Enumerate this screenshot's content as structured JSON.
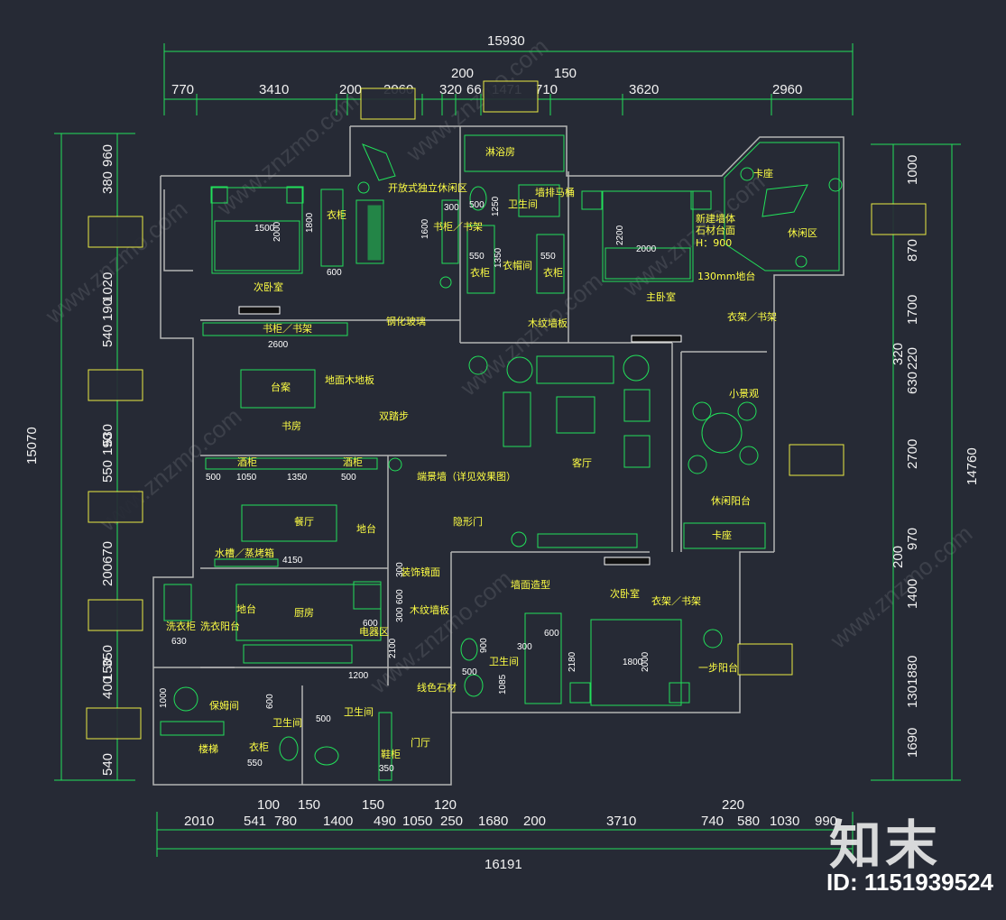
{
  "dimensions": {
    "top_total": "15930",
    "top_segments": [
      "770",
      "3410",
      "200",
      "2060",
      "320",
      "66",
      "1471",
      "710",
      "3620",
      "2960"
    ],
    "top_extra": [
      "200",
      "150"
    ],
    "bottom_total": "16191",
    "bottom_segments": [
      "2010",
      "541",
      "780",
      "1400",
      "490",
      "1050",
      "250",
      "1680",
      "200",
      "3710",
      "740",
      "580",
      "1030",
      "990"
    ],
    "bottom_extra": [
      "100",
      "150",
      "150",
      "120",
      "220"
    ],
    "left_total": "15070",
    "left_segments": [
      "380",
      "960",
      "1020",
      "190",
      "540",
      "190",
      "530",
      "550",
      "670",
      "200",
      "350",
      "150",
      "400",
      "540"
    ],
    "right_total": "14760",
    "right_segments": [
      "1000",
      "870",
      "1700",
      "320",
      "220",
      "630",
      "2700",
      "970",
      "200",
      "1400",
      "1880",
      "130",
      "1690"
    ]
  },
  "rooms": {
    "open_lounge": "开放式独立休闲区",
    "bath_room": "淋浴房",
    "toilet_top": "卫生间",
    "wall_toilet": "墙排马桶",
    "bookshelf_top": "书柜／书架",
    "wardrobe_a": "衣柜",
    "wardrobe_b": "衣帽间",
    "wardrobe_c": "衣柜",
    "wardrobe_d": "衣柜",
    "second_bedroom_top": "次卧室",
    "master_bedroom": "主卧室",
    "new_wall": "新建墙体",
    "stone_top": "石材台面",
    "height": "H：900",
    "wall_130": "130mm地台",
    "lounge_area": "休闲区",
    "card_seat_top": "卡座",
    "hanger_top": "衣架／书架",
    "wood_panel": "木纹墙板",
    "glass": "钢化玻璃",
    "bookshelf_mid": "书柜／书架",
    "desk": "台案",
    "wood_floor": "地面木地板",
    "study": "书房",
    "double_step": "双踏步",
    "wine_a": "酒柜",
    "wine_b": "酒柜",
    "end_wall": "端景墙（详见效果图）",
    "living_room": "客厅",
    "small_view": "小景观",
    "leisure_balcony": "休闲阳台",
    "card_seat_mid": "卡座",
    "dining": "餐厅",
    "counter_a": "地台",
    "cabinet_oven": "水槽／蒸烤箱",
    "hidden_door": "隐形门",
    "mirror": "装饰镜面",
    "wall_shape": "墙面造型",
    "second_bedroom_mid": "次卧室",
    "hanger_mid": "衣架／书架",
    "counter_b": "地台",
    "kitchen": "厨房",
    "wood_panel_b": "木纹墙板",
    "appliance": "电器区",
    "toilet_mid": "卫生间",
    "one_step": "一步阳台",
    "laundry_cab": "洗衣柜",
    "laundry_bal": "洗衣阳台",
    "nanny": "保姆间",
    "stone_line": "线色石材",
    "toilet_b": "卫生间",
    "toilet_c": "卫生间",
    "stair": "楼梯",
    "wardrobe_e": "衣柜",
    "hallway": "门厅",
    "shoe": "鞋柜"
  },
  "inner_dims": [
    "1500",
    "2000",
    "1800",
    "600",
    "1600",
    "300",
    "550",
    "1350",
    "550",
    "500",
    "1250",
    "2200",
    "2000",
    "2600",
    "500",
    "1050",
    "1350",
    "500",
    "4150",
    "600",
    "300",
    "300",
    "600",
    "2100",
    "1200",
    "630",
    "1000",
    "600",
    "500",
    "900",
    "300",
    "500",
    "1085",
    "600",
    "2180",
    "1800",
    "2000",
    "550",
    "350"
  ],
  "watermark": "www.znzmo.com",
  "brand_logo": "知末",
  "image_id": "ID: 1151939524",
  "colors": {
    "background": "#262a35",
    "dim_line": "#22e05a",
    "wall": "#b4b4b4",
    "label": "#ffff44",
    "furniture": "#22e05a"
  }
}
